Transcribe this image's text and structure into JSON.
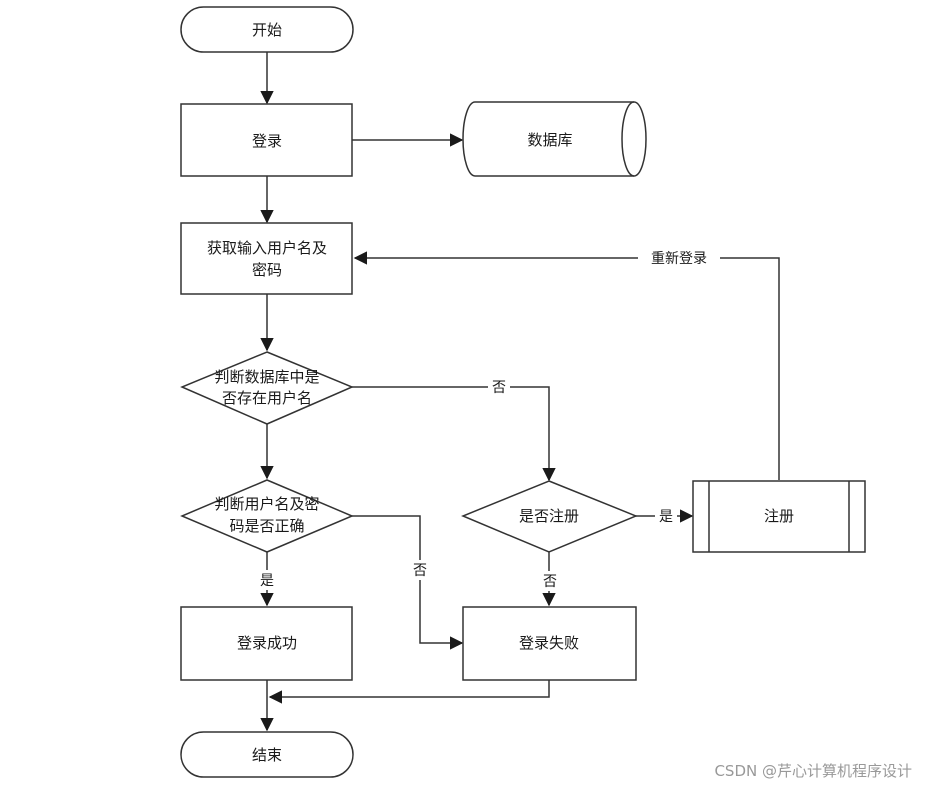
{
  "nodes": {
    "start": "开始",
    "login": "登录",
    "database": "数据库",
    "get_credentials_line1": "获取输入用户名及",
    "get_credentials_line2": "密码",
    "check_user_line1": "判断数据库中是",
    "check_user_line2": "否存在用户名",
    "check_password_line1": "判断用户名及密",
    "check_password_line2": "码是否正确",
    "register_question": "是否注册",
    "register": "注册",
    "login_success": "登录成功",
    "login_fail": "登录失败",
    "end": "结束"
  },
  "edges": {
    "user_not_exist": "否",
    "relogin": "重新登录",
    "register_yes": "是",
    "register_no": "否",
    "password_correct": "是",
    "password_wrong": "否"
  },
  "watermark": "CSDN @芹心计算机程序设计"
}
